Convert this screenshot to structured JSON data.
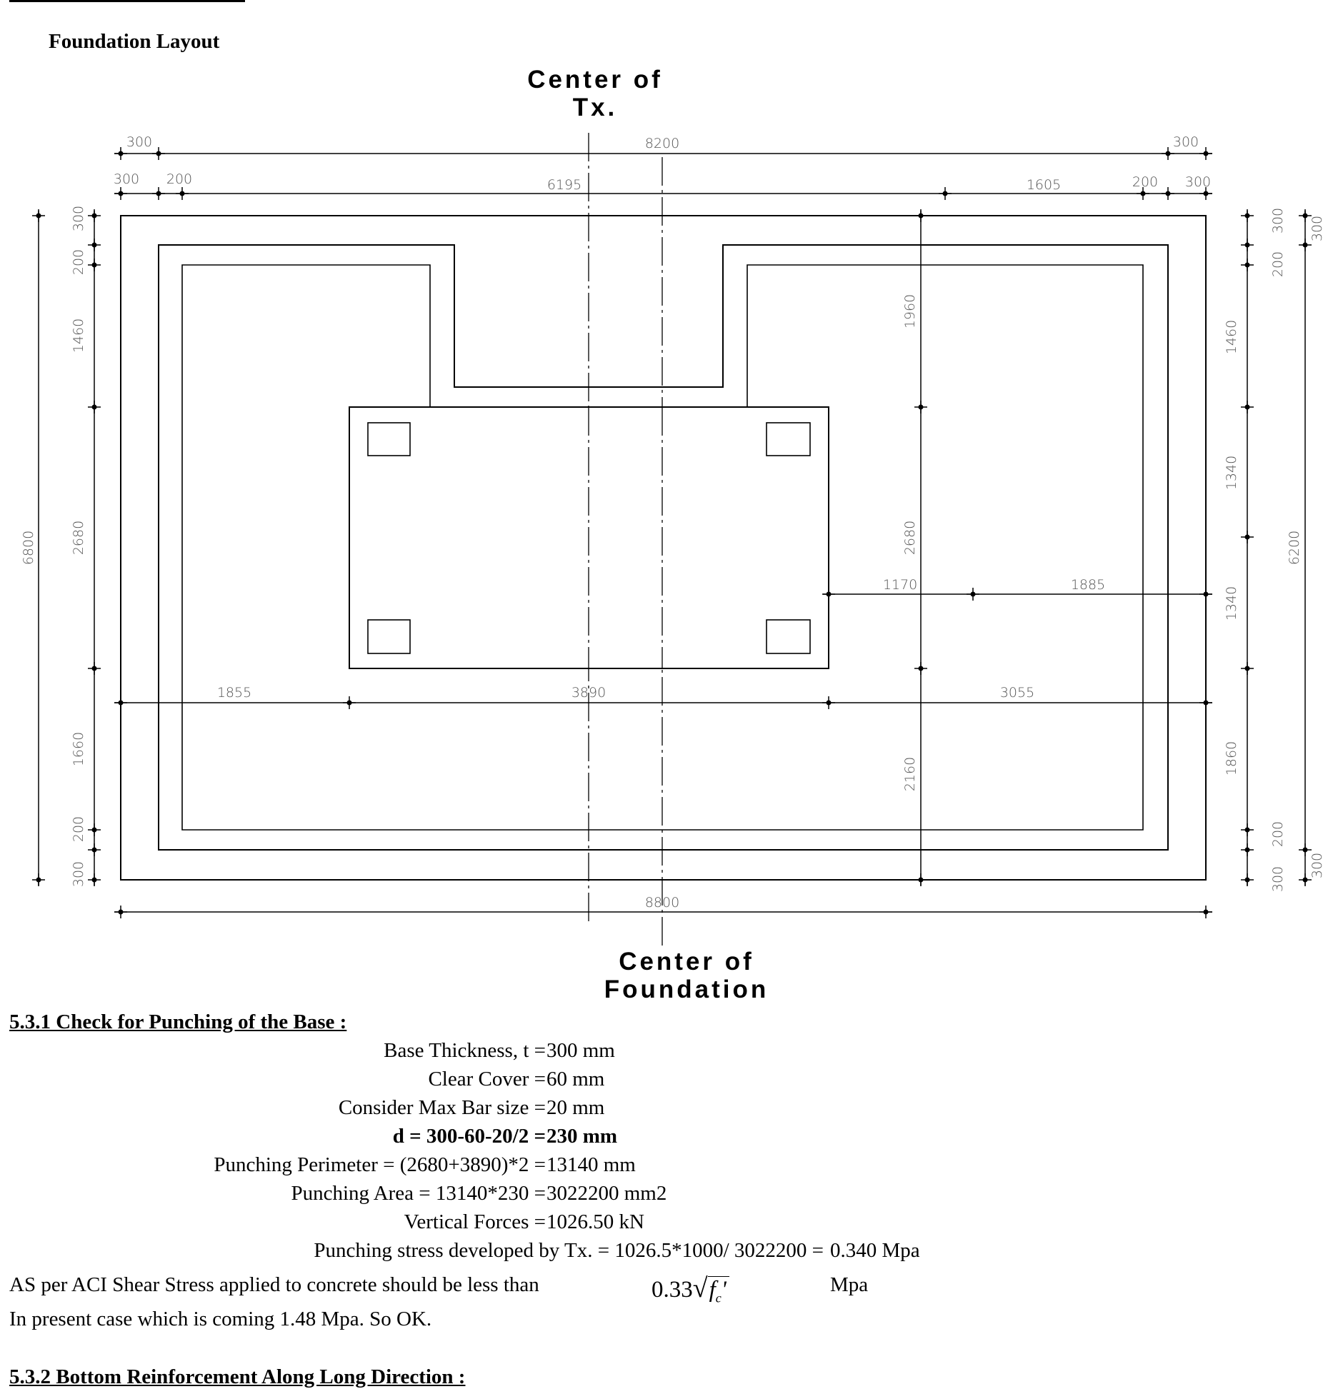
{
  "page": {
    "title": "Foundation Layout"
  },
  "drawing": {
    "labels": {
      "center_tx_line1": "Center of",
      "center_tx_line2": "Tx.",
      "center_foundation_line1": "Center of",
      "center_foundation_line2": "Foundation"
    },
    "top_dims": {
      "row1": [
        "300",
        "8200",
        "300"
      ],
      "row2": [
        "300",
        "200",
        "6195",
        "1605",
        "200",
        "300"
      ]
    },
    "left_dims": {
      "overall": "6800",
      "chain": [
        "300",
        "200",
        "1460",
        "2680",
        "1660",
        "200",
        "300"
      ]
    },
    "right_dims": {
      "chain": [
        "300",
        "200",
        "1460",
        "1340",
        "1340",
        "1860",
        "200",
        "300"
      ],
      "overall_chain": [
        "300",
        "6200",
        "300"
      ]
    },
    "inner_dims": {
      "vertical": [
        "1960",
        "2680",
        "2160"
      ],
      "horizontal_upper": [
        "1170",
        "1885"
      ],
      "horizontal_lower": [
        "1855",
        "3890",
        "3055"
      ]
    },
    "bottom_dim": "8800"
  },
  "section_531": {
    "heading": "5.3.1 Check for Punching of the Base :",
    "rows": [
      {
        "label": "Base Thickness, t  =",
        "value": "300 mm",
        "bold": false
      },
      {
        "label": "Clear Cover =",
        "value": "60 mm",
        "bold": false
      },
      {
        "label": "Consider Max Bar size =",
        "value": "20 mm",
        "bold": false
      },
      {
        "label": "d = 300-60-20/2 =",
        "value": "230 mm",
        "bold": true
      },
      {
        "label": "Punching Perimeter = (2680+3890)*2 =",
        "value": "13140 mm",
        "bold": false
      },
      {
        "label": "Punching Area = 13140*230 =",
        "value": "3022200 mm2",
        "bold": false
      },
      {
        "label": "Vertical Forces =",
        "value": "1026.50 kN",
        "bold": false
      }
    ],
    "stress_row": {
      "label": "Punching stress developed by Tx. = 1026.5*1000/ 3022200 =",
      "value": "0.340 Mpa"
    },
    "aci_text": "AS per ACI Shear Stress applied to concrete should be less than",
    "formula_coef": "0.33",
    "formula_var": "f",
    "formula_sub": "c",
    "formula_prime": "'",
    "aci_unit": "Mpa",
    "conclusion": "In present case which is coming 1.48 Mpa. So OK."
  },
  "section_532": {
    "heading": "5.3.2 Bottom Reinforcement Along Long Direction :"
  }
}
